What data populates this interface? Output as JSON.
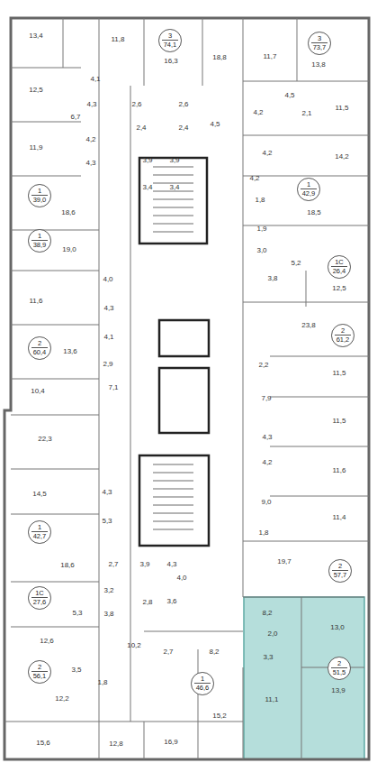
{
  "diagram": {
    "nodes": [
      {
        "text": [
          "3",
          "74,1"
        ]
      },
      {
        "text": [
          "3",
          "73,7"
        ]
      },
      {
        "text": [
          "1",
          "39,0"
        ]
      },
      {
        "text": [
          "1",
          "42,9"
        ]
      },
      {
        "text": [
          "1",
          "38,9"
        ]
      },
      {
        "text": [
          "1С",
          "26,4"
        ]
      },
      {
        "text": [
          "2",
          "61,2"
        ]
      },
      {
        "text": [
          "2",
          "60,4"
        ]
      },
      {
        "text": [
          "1",
          "42,7"
        ]
      },
      {
        "text": [
          "2",
          "57,7"
        ]
      },
      {
        "text": [
          "1С",
          "27,6"
        ]
      },
      {
        "text": [
          "2",
          "56,1"
        ]
      },
      {
        "text": [
          "1",
          "46,6"
        ]
      },
      {
        "text": [
          "2",
          "51,5"
        ]
      }
    ],
    "labels": [
      "13,4",
      "11,8",
      "16,3",
      "18,8",
      "11,7",
      "13,8",
      "12,5",
      "4,1",
      "4,3",
      "2,6",
      "2,6",
      "4,5",
      "6,7",
      "2,1",
      "4,2",
      "11,5",
      "4,5",
      "2,4",
      "2,4",
      "4,2",
      "11,9",
      "4,2",
      "14,2",
      "4,3",
      "3,9",
      "3,9",
      "4,2",
      "3,4",
      "3,4",
      "1,8",
      "18,6",
      "18,5",
      "1,9",
      "19,0",
      "3,0",
      "5,2",
      "3,8",
      "4,0",
      "12,5",
      "11,6",
      "4,3",
      "23,8",
      "4,1",
      "13,6",
      "2,9",
      "2,2",
      "11,5",
      "7,1",
      "10,4",
      "7,9",
      "11,5",
      "4,3",
      "22,3",
      "4,2",
      "11,6",
      "4,3",
      "14,5",
      "9,0",
      "11,4",
      "5,3",
      "1,8",
      "19,7",
      "2,7",
      "3,9",
      "4,3",
      "18,6",
      "4,0",
      "3,2",
      "2,8",
      "3,6",
      "8,2",
      "5,3",
      "3,8",
      "13,0",
      "2,0",
      "12,6",
      "10,2",
      "2,7",
      "8,2",
      "3,3",
      "3,5",
      "1,8",
      "13,9",
      "12,2",
      "11,1",
      "15,2",
      "16,9",
      "15,6",
      "12,8"
    ]
  }
}
